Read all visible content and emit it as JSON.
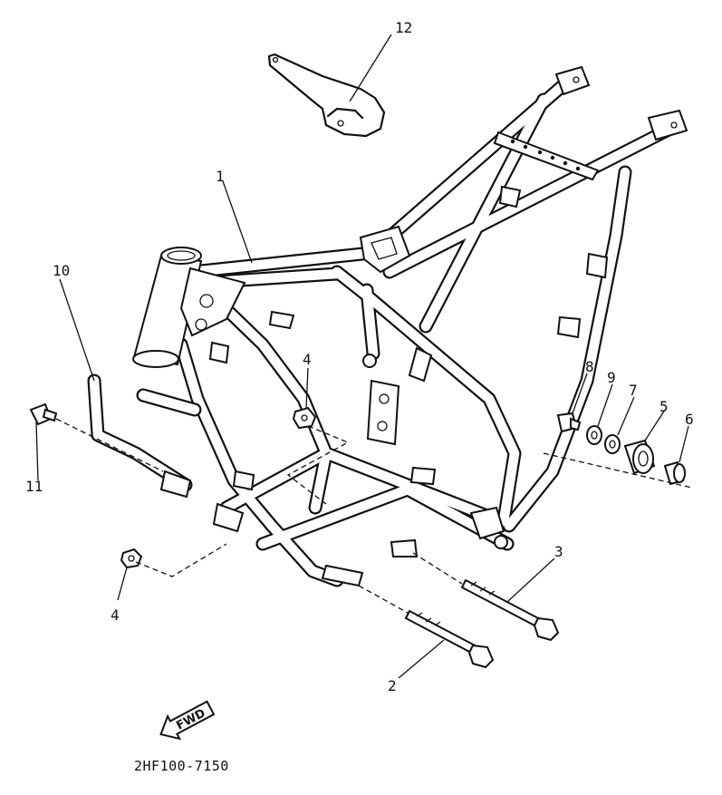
{
  "diagram": {
    "code": "2HF100-7150",
    "fwd_label": "FWD",
    "callouts": {
      "c1": "1",
      "c2": "2",
      "c3": "3",
      "c4a": "4",
      "c4b": "4",
      "c5": "5",
      "c6": "6",
      "c7": "7",
      "c8": "8",
      "c9": "9",
      "c10": "10",
      "c11": "11",
      "c12": "12"
    },
    "line_color": "#111111",
    "background": "#ffffff"
  }
}
